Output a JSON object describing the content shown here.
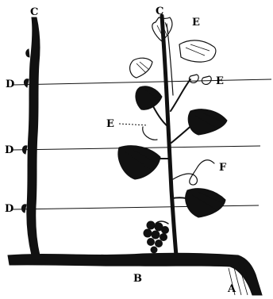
{
  "labels": {
    "c_left": "C",
    "c_right": "C",
    "e_top": "E",
    "e_right": "E",
    "e_left": "E",
    "d_upper": "D",
    "d_middle": "D",
    "d_lower": "D",
    "f": "F",
    "b": "B",
    "a": "A"
  }
}
